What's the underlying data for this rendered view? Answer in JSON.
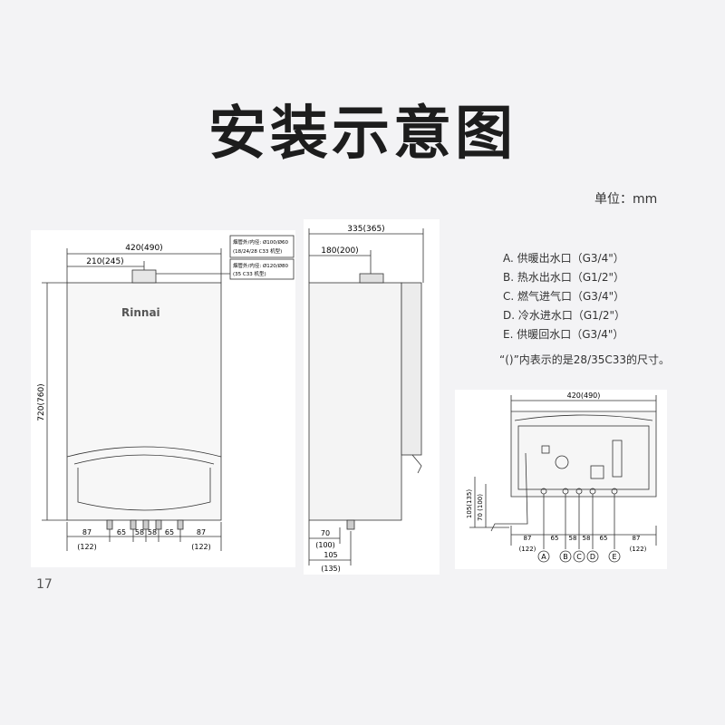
{
  "title": "安装示意图",
  "unit": "单位：mm",
  "page_number": "17",
  "brand": "Rinnai",
  "legend": [
    "A. 供暖出水口（G3/4\"）",
    "B. 热水出水口（G1/2\"）",
    "C. 燃气进气口（G3/4\"）",
    "D. 冷水进水口（G1/2\"）",
    "E. 供暖回水口（G3/4\"）"
  ],
  "note": "“()”内表示的是28/35C33的尺寸。",
  "front": {
    "width": "420(490)",
    "half_width": "210(245)",
    "height": "720(760)",
    "flue_note_1a": "烟管外/内径: Ø100/Ø60",
    "flue_note_1b": "(18/24/28 C33 机型)",
    "flue_note_2a": "烟管外/内径: Ø120/Ø80",
    "flue_note_2b": "(35 C33 机型)",
    "bottom_dims": [
      "87",
      "65",
      "58",
      "58",
      "65",
      "87"
    ],
    "bottom_sub_left": "(122)",
    "bottom_sub_right": "(122)"
  },
  "side": {
    "depth": "335(365)",
    "half_depth": "180(200)",
    "dim_70": "70",
    "dim_100": "(100)",
    "dim_105": "105",
    "dim_135": "(135)"
  },
  "bottom": {
    "width": "420(490)",
    "h1": "105(135)",
    "h2": "70 (100)",
    "bottom_dims": [
      "87",
      "65",
      "58",
      "58",
      "65",
      "87"
    ],
    "bottom_sub_left": "(122)",
    "bottom_sub_right": "(122)",
    "ports": [
      "A",
      "B",
      "C",
      "D",
      "E"
    ]
  }
}
